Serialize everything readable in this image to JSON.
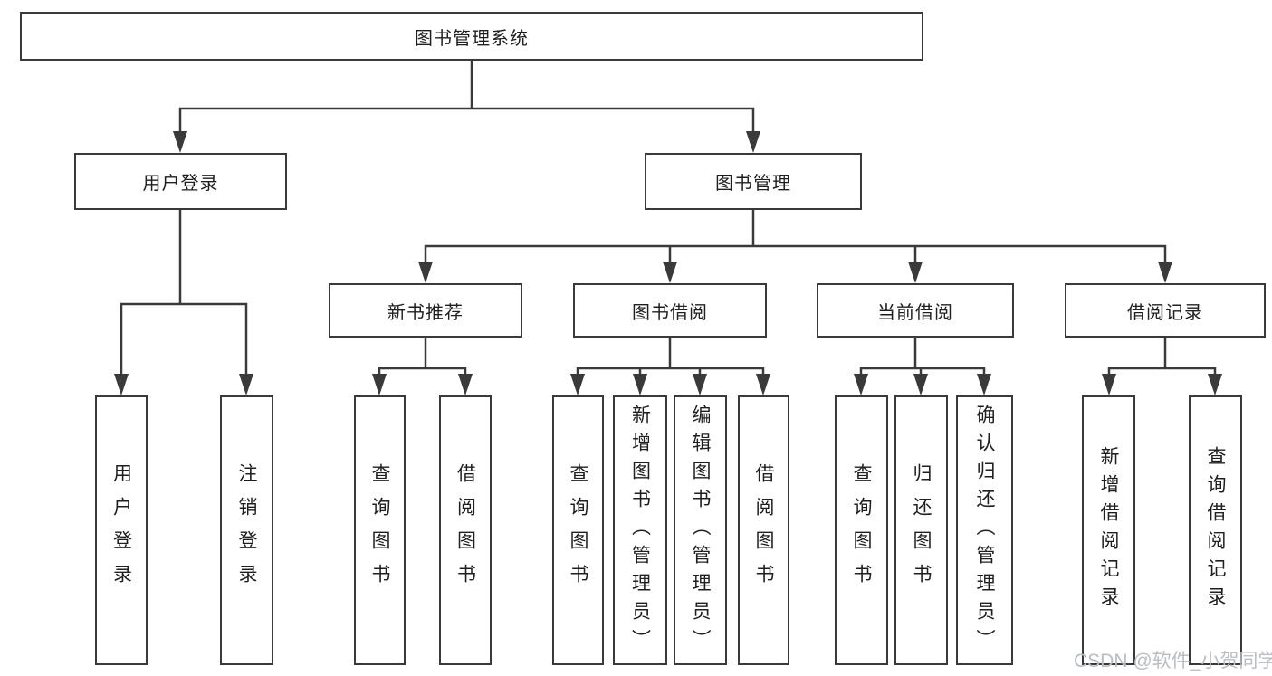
{
  "diagram": {
    "root": {
      "label": "图书管理系统"
    },
    "branches": [
      {
        "label": "用户登录",
        "leaves": [
          {
            "label": "用户登录"
          },
          {
            "label": "注销登录"
          }
        ]
      },
      {
        "label": "图书管理",
        "sections": [
          {
            "label": "新书推荐",
            "leaves": [
              {
                "label": "查询图书"
              },
              {
                "label": "借阅图书"
              }
            ]
          },
          {
            "label": "图书借阅",
            "leaves": [
              {
                "label": "查询图书"
              },
              {
                "label": "新增图书（管理员）"
              },
              {
                "label": "编辑图书（管理员）"
              },
              {
                "label": "借阅图书"
              }
            ]
          },
          {
            "label": "当前借阅",
            "leaves": [
              {
                "label": "查询图书"
              },
              {
                "label": "归还图书"
              },
              {
                "label": "确认归还（管理员）"
              }
            ]
          },
          {
            "label": "借阅记录",
            "leaves": [
              {
                "label": "新增借阅记录"
              },
              {
                "label": "查询借阅记录"
              }
            ]
          }
        ]
      }
    ]
  },
  "watermark": {
    "text": "CSDN @软件_小贺同学"
  },
  "colors": {
    "line": "#3a3a3a",
    "text": "#1f1f1f",
    "box_background": "#ffffff",
    "watermark": "#b9bec3",
    "background": "#ffffff"
  }
}
